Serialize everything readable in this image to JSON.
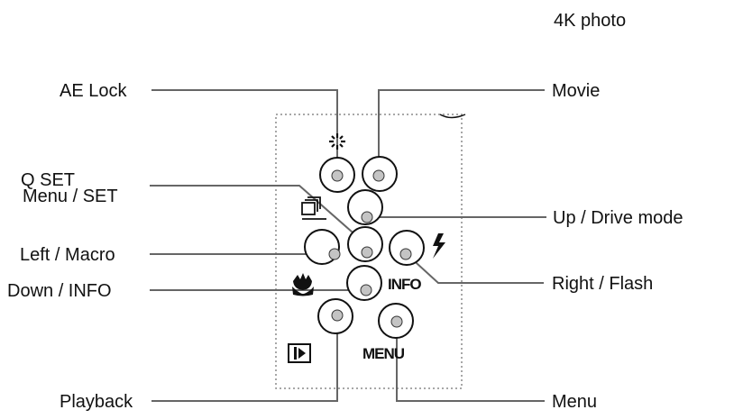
{
  "labels": {
    "photo_4k": "4K photo",
    "ae_lock": "AE Lock",
    "movie": "Movie",
    "q_set": "Q SET",
    "menu_set": "Menu / SET",
    "up_drive": "Up / Drive mode",
    "left_macro": "Left / Macro",
    "right_flash": "Right / Flash",
    "down_info": "Down / INFO",
    "playback": "Playback",
    "menu": "Menu"
  },
  "button_labels": {
    "info": "INFO",
    "menu": "MENU"
  },
  "colors": {
    "line": "#666666",
    "dot_fill": "#c4c4c4",
    "outline": "#111111",
    "dotted_frame": "#8a8a8a"
  },
  "icons": [
    "ae-lock-asterisk-icon",
    "drive-mode-icon",
    "flash-icon",
    "macro-icon",
    "playback-icon"
  ]
}
